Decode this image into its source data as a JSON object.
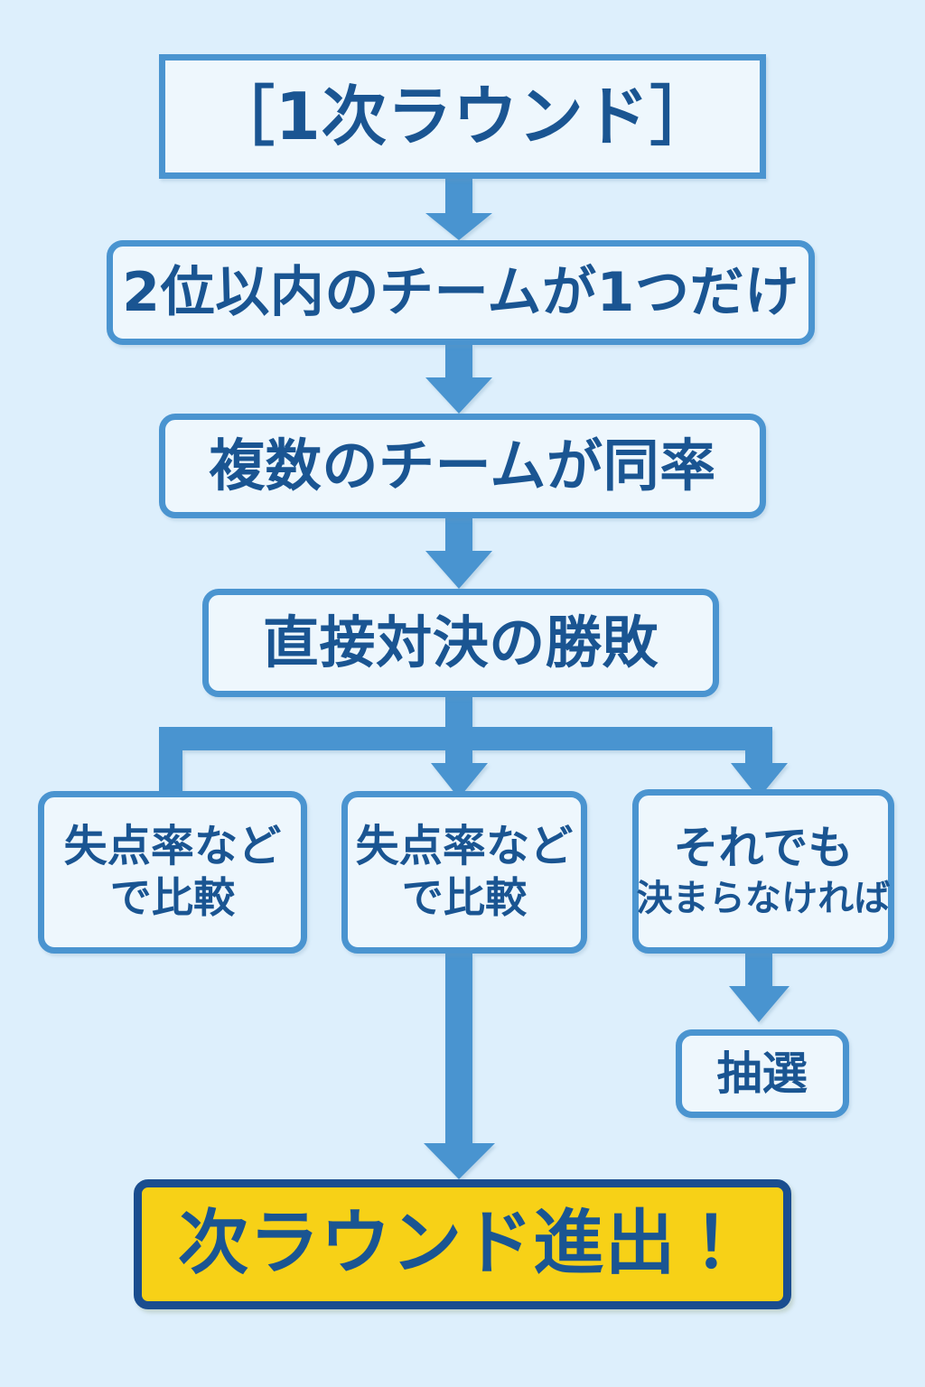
{
  "palette": {
    "background": "#ddeffc",
    "box_fill": "#eef7fd",
    "box_border": "#4a94d0",
    "text": "#1a5592",
    "highlight_fill": "#f7d117",
    "highlight_border": "#1a4d8f",
    "connector": "#4a94d0"
  },
  "chart_data": {
    "type": "diagram",
    "title": "［1次ラウンド］ 順位決定フロー",
    "orientation": "top-to-bottom",
    "nodes": [
      {
        "id": "round1",
        "label": "［1次ラウンド］",
        "shape": "rectangle",
        "style": "outline"
      },
      {
        "id": "single_top2",
        "label": "2位以内のチームが1つだけ",
        "shape": "rounded-rectangle",
        "style": "outline"
      },
      {
        "id": "tied_teams",
        "label": "複数のチームが同率",
        "shape": "rounded-rectangle",
        "style": "outline"
      },
      {
        "id": "head_to_head",
        "label": "直接対決の勝敗",
        "shape": "rounded-rectangle",
        "style": "outline"
      },
      {
        "id": "goal_ratio_left",
        "label": "失点率などで比較",
        "shape": "rounded-rectangle",
        "style": "outline"
      },
      {
        "id": "goal_ratio_mid",
        "label": "失点率などで比較",
        "shape": "rounded-rectangle",
        "style": "outline"
      },
      {
        "id": "still_undecided",
        "label": "それでも決まらなければ",
        "shape": "rounded-rectangle",
        "style": "outline"
      },
      {
        "id": "lottery",
        "label": "抽選",
        "shape": "rounded-rectangle",
        "style": "outline"
      },
      {
        "id": "advance",
        "label": "次ラウンド進出！",
        "shape": "rounded-rectangle",
        "style": "filled-yellow"
      }
    ],
    "edges": [
      {
        "from": "round1",
        "to": "single_top2",
        "arrow": true
      },
      {
        "from": "single_top2",
        "to": "tied_teams",
        "arrow": true
      },
      {
        "from": "tied_teams",
        "to": "head_to_head",
        "arrow": true
      },
      {
        "from": "head_to_head",
        "to": "goal_ratio_left",
        "arrow": false
      },
      {
        "from": "head_to_head",
        "to": "goal_ratio_mid",
        "arrow": true
      },
      {
        "from": "head_to_head",
        "to": "still_undecided",
        "arrow": true
      },
      {
        "from": "still_undecided",
        "to": "lottery",
        "arrow": true
      },
      {
        "from": "goal_ratio_mid",
        "to": "advance",
        "arrow": true
      }
    ]
  },
  "nodes": {
    "round1": {
      "text": "［1次ラウンド］"
    },
    "single_top2": {
      "text": "2位以内のチームが1つだけ"
    },
    "tied_teams": {
      "text": "複数のチームが同率"
    },
    "head_to_head": {
      "text": "直接対決の勝敗"
    },
    "goal_ratio_left": {
      "line1": "失点率など",
      "line2": "で比較"
    },
    "goal_ratio_mid": {
      "line1": "失点率など",
      "line2": "で比較"
    },
    "still_undecided": {
      "line1": "それでも",
      "line2": "決まらなければ"
    },
    "lottery": {
      "text": "抽選"
    },
    "advance": {
      "text": "次ラウンド進出！"
    }
  }
}
